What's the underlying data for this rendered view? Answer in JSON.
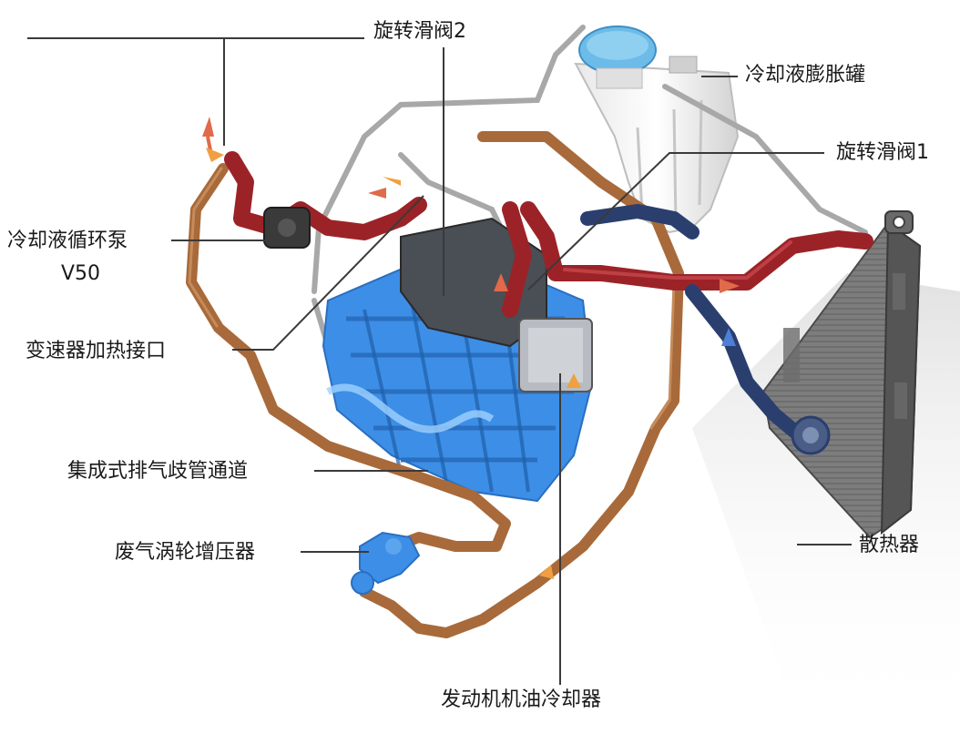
{
  "diagram": {
    "labels": {
      "rotary_valve_2": "旋转滑阀2",
      "coolant_expansion_tank": "冷却液膨胀罐",
      "rotary_valve_1": "旋转滑阀1",
      "coolant_pump": "冷却液循环泵",
      "coolant_pump_code": "V50",
      "transmission_heating_port": "变速器加热接口",
      "integrated_exhaust_manifold": "集成式排气歧管通道",
      "turbocharger": "废气涡轮增压器",
      "radiator": "散热器",
      "engine_oil_cooler": "发动机机油冷却器"
    },
    "colors": {
      "hot_coolant": "#9b2328",
      "cold_coolant": "#2a3f6e",
      "engine_block": "#3d8ee6",
      "oil_line": "#a86a3a",
      "leader_line": "#3a3a3a"
    }
  }
}
